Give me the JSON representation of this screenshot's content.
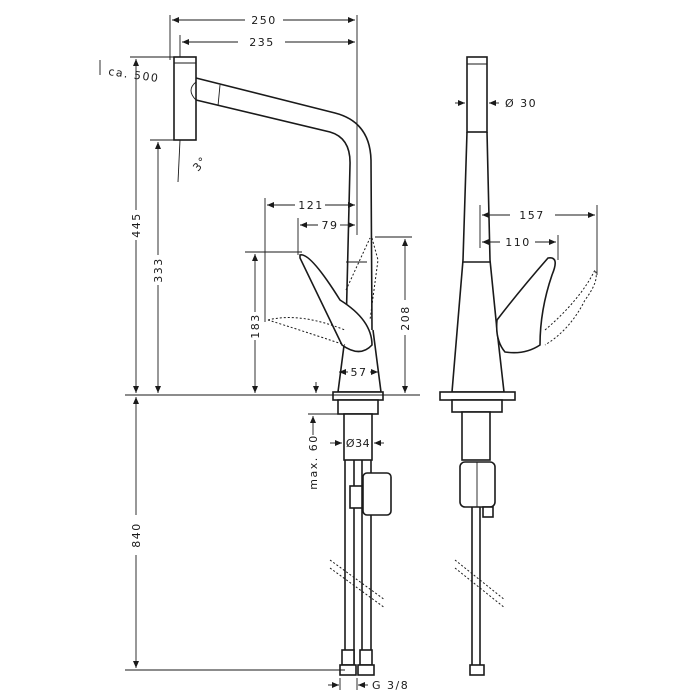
{
  "drawing": {
    "title": "Kitchen mixer dimension drawing",
    "dimensions": {
      "total_reach": "250",
      "spout_reach": "235",
      "pullout_length": "ca. 500",
      "total_height": "445",
      "spout_height": "333",
      "spray_angle": "3°",
      "handle_reach_open": "121",
      "handle_reach": "79",
      "handle_height": "183",
      "body_height": "208",
      "base_diameter": "57",
      "hose_length": "840",
      "max_deck_thickness": "max. 60",
      "shank_diameter": "Ø34",
      "spout_diameter": "Ø 30",
      "side_handle_reach_open": "157",
      "side_handle_reach": "110",
      "connection_thread": "G 3/8"
    }
  }
}
